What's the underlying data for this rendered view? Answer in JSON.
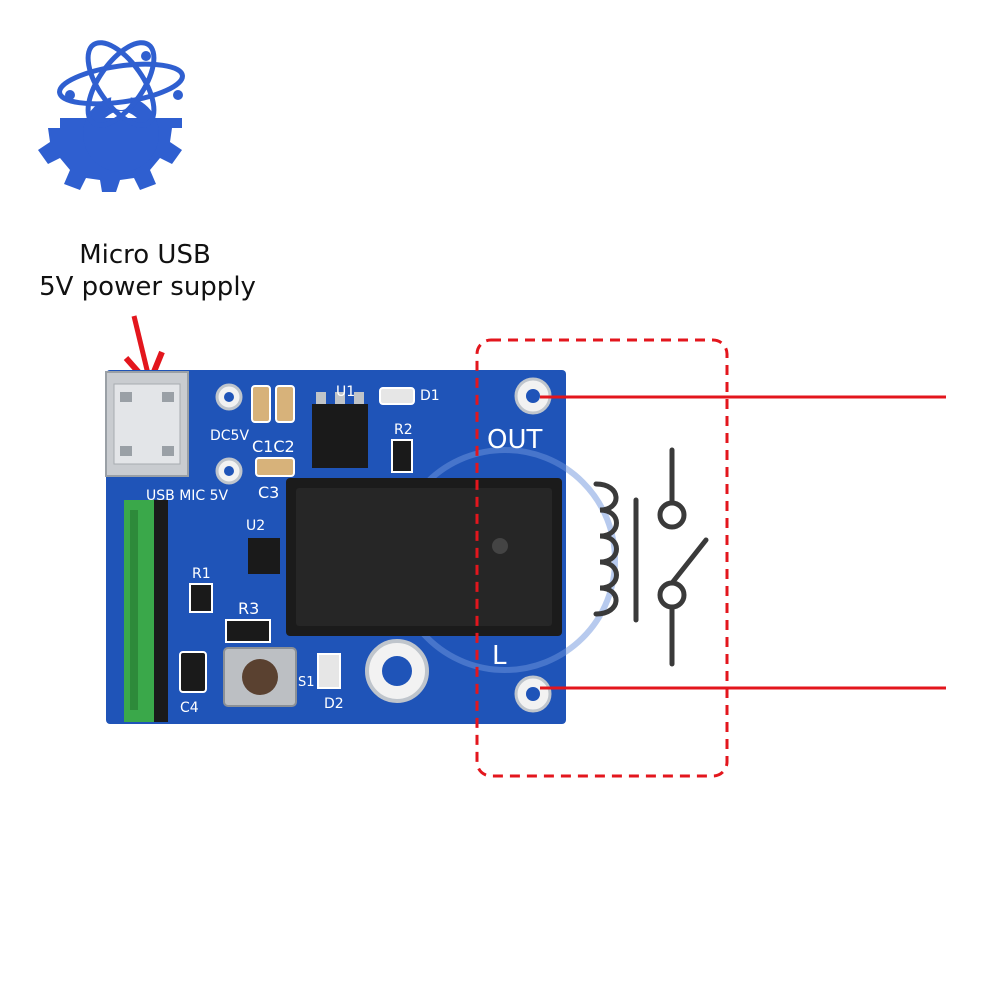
{
  "caption": {
    "line1": "Micro USB",
    "line2": "5V power supply"
  },
  "terminals": {
    "out": "OUT",
    "l": "L"
  },
  "silkscreen": {
    "dc5v": "DC5V",
    "c1c2": "C1C2",
    "c3": "C3",
    "u1": "U1",
    "u2": "U2",
    "d1": "D1",
    "d2": "D2",
    "r1": "R1",
    "r2": "R2",
    "r3": "R3",
    "c4": "C4",
    "s1": "S1",
    "usb_mic_5v": "USB MIC 5V"
  },
  "colors": {
    "board": "#1f54b8",
    "arrow": "#e3161d",
    "wire": "#e3161d",
    "dash_box": "#e3161d",
    "logo": "#2f5fd0"
  },
  "icons": [
    "atom-gear-logo",
    "relay-coil-symbol",
    "switch-contact-symbol",
    "arrow-down-icon"
  ]
}
